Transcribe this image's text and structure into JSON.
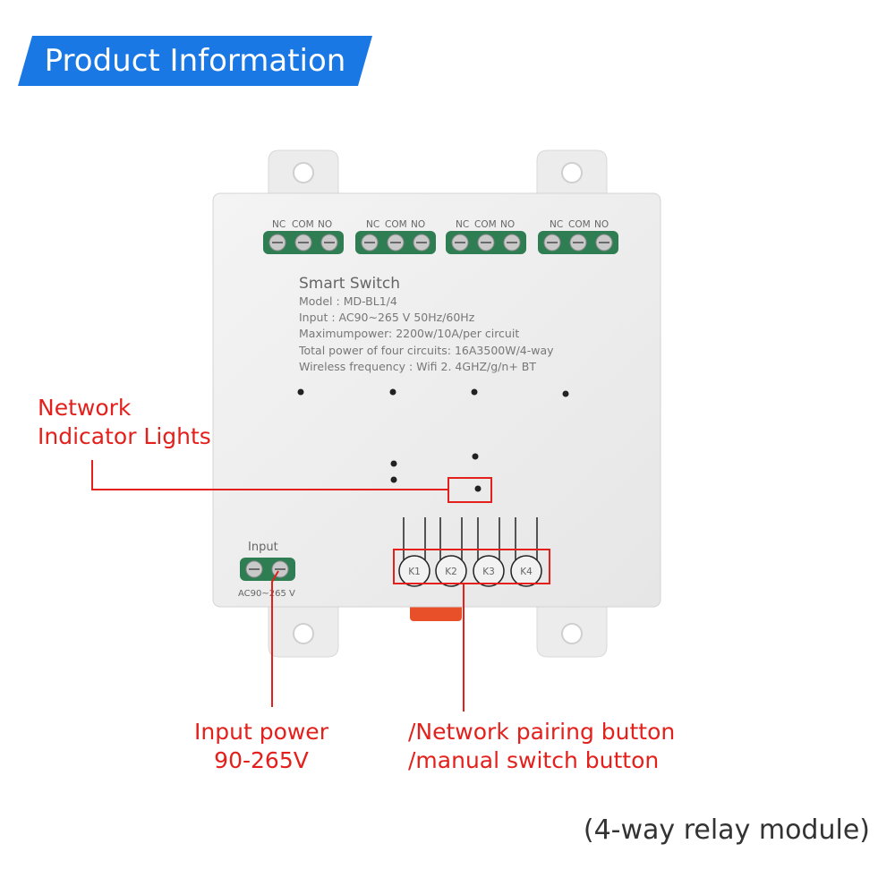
{
  "banner": {
    "title": "Product Information",
    "color": "#1a78e4"
  },
  "device": {
    "terminal_labels": {
      "nc": "NC",
      "com": "COM",
      "no": "NO"
    },
    "label": {
      "title": "Smart Switch",
      "model": "Model : MD-BL1/4",
      "input": "Input :  AC90~265 V   50Hz/60Hz",
      "max_power": "Maximumpower:  2200w/10A/per circuit",
      "total_power": "Total power of four circuits:  16A3500W/4-way",
      "wireless": "Wireless frequency :  Wifi 2. 4GHZ/g/n+ BT"
    },
    "input_block": {
      "title": "Input",
      "rating": "AC90~265 V"
    },
    "buttons": [
      "K1",
      "K2",
      "K3",
      "K4"
    ]
  },
  "annotations": {
    "network_lights": [
      "Network",
      "Indicator Lights"
    ],
    "input_power": [
      "Input power",
      "90-265V"
    ],
    "pairing": [
      "/Network pairing button",
      "/manual switch button"
    ],
    "color": "#e3201b"
  },
  "caption": "(4-way relay module)"
}
